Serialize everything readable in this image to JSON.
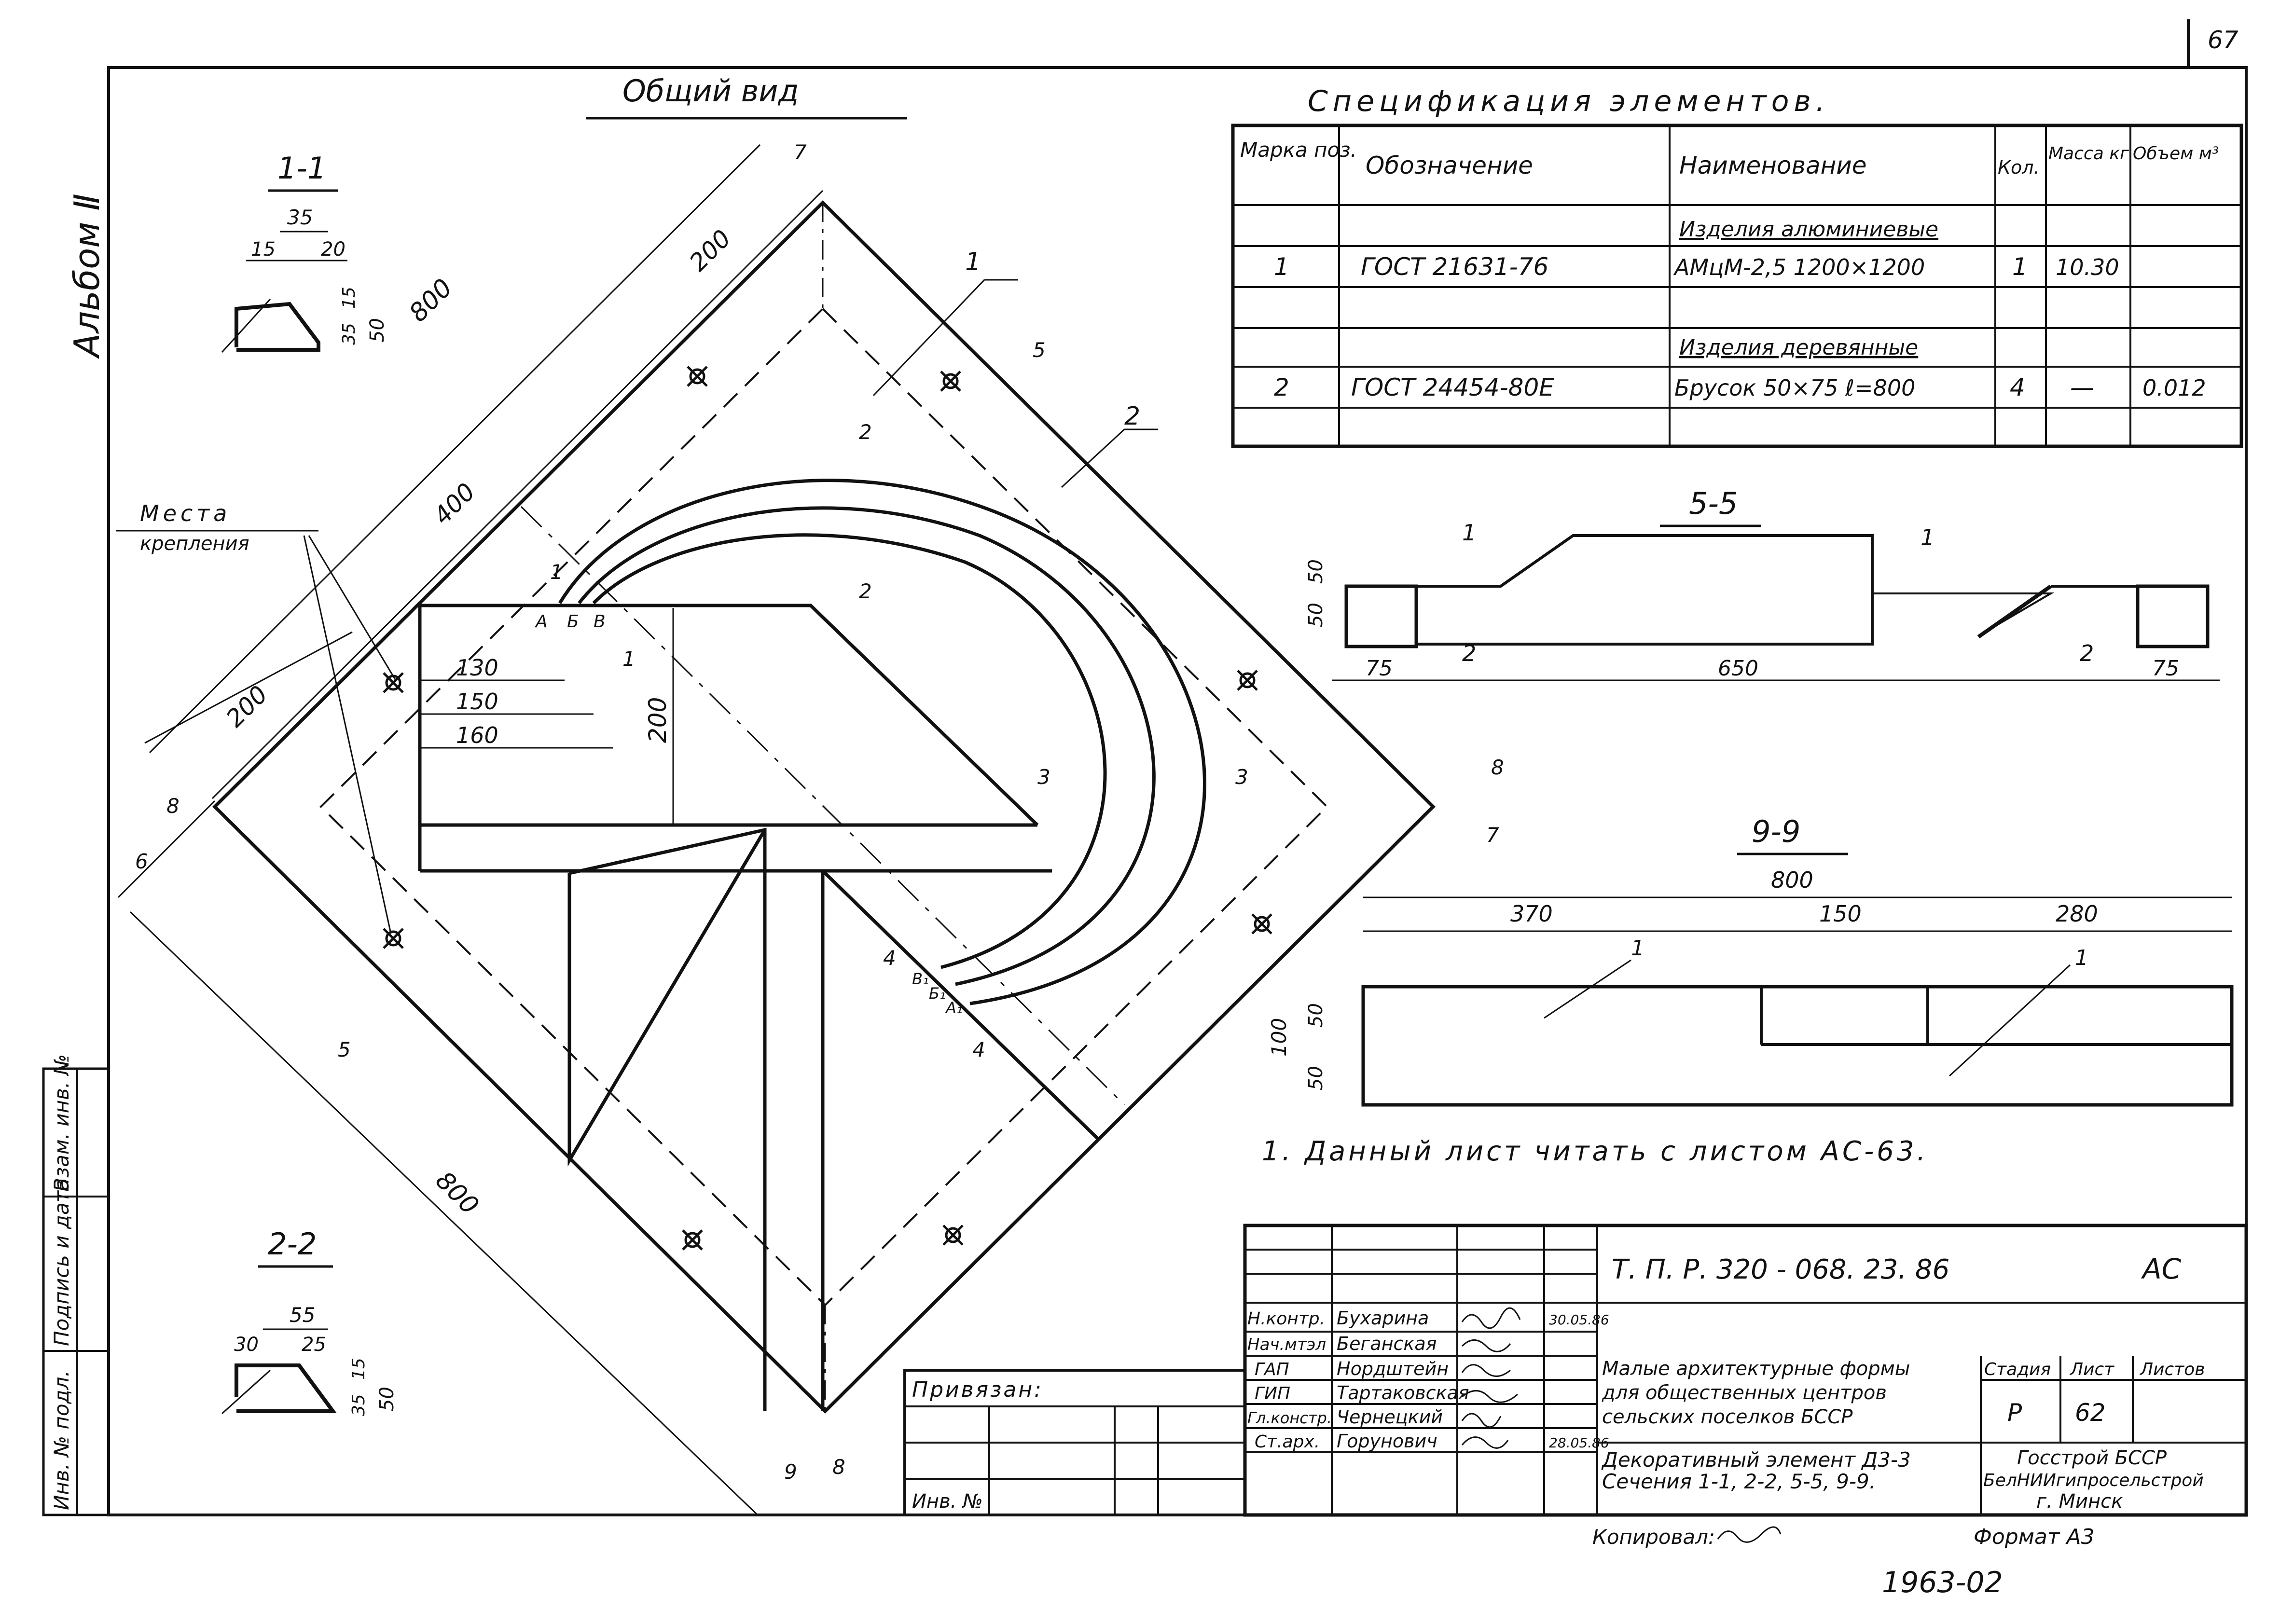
{
  "page": {
    "number": "67",
    "album": "Альбом Ⅱ"
  },
  "general_view": {
    "title": "Общий вид",
    "dims": [
      "200",
      "800",
      "400",
      "200",
      "800",
      "130",
      "150",
      "160",
      "200"
    ],
    "fastening_label": [
      "Места",
      "крепления"
    ],
    "section_marks": [
      "1",
      "1",
      "2",
      "2",
      "3",
      "3",
      "4",
      "4",
      "5",
      "5",
      "6",
      "7",
      "7",
      "8",
      "8",
      "9",
      "8"
    ],
    "points": [
      "А",
      "Б",
      "В",
      "В₁",
      "Б₁",
      "А₁"
    ],
    "pos_marks": [
      "1",
      "2"
    ]
  },
  "section_1_1": {
    "title": "1-1",
    "dims": [
      "35",
      "15",
      "20",
      "35",
      "15",
      "50"
    ]
  },
  "section_2_2": {
    "title": "2-2",
    "dims": [
      "55",
      "30",
      "25",
      "35",
      "15",
      "50"
    ]
  },
  "spec": {
    "title": "Спецификация элементов.",
    "headers": [
      "Марка поз.",
      "Обозначение",
      "Наименование",
      "Кол.",
      "Масса кг",
      "Объем м³"
    ],
    "group1": "Изделия алюминиевые",
    "row1": [
      "1",
      "ГОСТ 21631-76",
      "АМцМ-2,5 1200×1200",
      "1",
      "10.30",
      ""
    ],
    "group2": "Изделия деревянные",
    "row2": [
      "2",
      "ГОСТ 24454-80Е",
      "Брусок 50×75 ℓ=800",
      "4",
      "—",
      "0.012"
    ]
  },
  "section_5_5": {
    "title": "5-5",
    "dims": [
      "75",
      "650",
      "75",
      "50",
      "50"
    ],
    "marks": [
      "1",
      "1",
      "2",
      "2"
    ]
  },
  "section_9_9": {
    "title": "9-9",
    "dims": [
      "800",
      "370",
      "150",
      "280",
      "100",
      "50",
      "50"
    ],
    "marks": [
      "1",
      "1"
    ]
  },
  "note": "1. Данный лист читать с листом АС-63.",
  "left_strip": [
    "Инв. № подл.",
    "Подпись и дата",
    "Взам. инв. №"
  ],
  "title_block": {
    "code": "Т. П. Р. 320 - 068. 23. 86",
    "section": "АС",
    "signers": [
      [
        "Н.контр.",
        "Бухарина"
      ],
      [
        "Нач.мтэл",
        "Беганская"
      ],
      [
        "ГАП",
        "Нордштейн"
      ],
      [
        "ГИП",
        "Тартаковская"
      ],
      [
        "Гл.констр.",
        "Чернецкий"
      ],
      [
        "Ст.арх.",
        "Горунович"
      ]
    ],
    "date1": "30.05.86",
    "date2": "28.05.86",
    "project": [
      "Малые архитектурные формы",
      "для общественных центров",
      "сельских поселков БССР"
    ],
    "sheet_name": [
      "Декоративный элемент Д3-3",
      "Сечения 1-1, 2-2, 5-5, 9-9."
    ],
    "stage_h": "Стадия",
    "sheet_h": "Лист",
    "sheets_h": "Листов",
    "stage": "Р",
    "sheet": "62",
    "org": [
      "Госстрой БССР",
      "БелНИИгипросельстрой",
      "г. Минск"
    ],
    "privyazan": "Привязан:",
    "inv": "Инв. №"
  },
  "footer": {
    "copied": "Копировал:",
    "format": "Формат А3",
    "stamp": "1963-02"
  }
}
